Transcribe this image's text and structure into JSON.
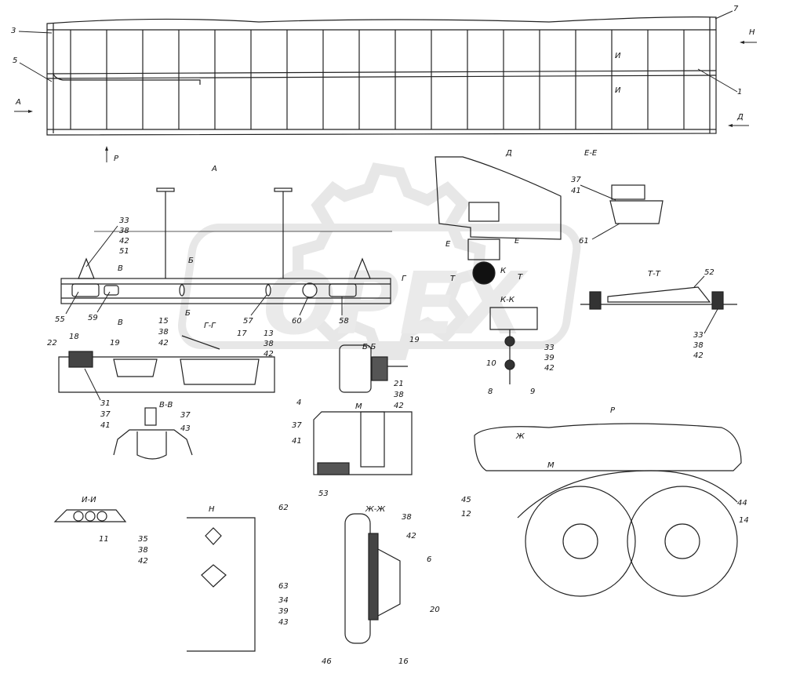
{
  "watermark": "OPEX",
  "views": {
    "A": "А",
    "D": "Д",
    "EE": "Е-Е",
    "TT": "Т-Т",
    "KK": "К-К",
    "BB": "Б-Б",
    "GG": "Г-Г",
    "VV": "В-В",
    "M": "М",
    "R": "Р",
    "II": "И-И",
    "N": "Н",
    "ZhZh": "Ж-Ж"
  },
  "arrows": {
    "H": "Н",
    "A": "А",
    "D": "Д",
    "P": "Р"
  },
  "section_marks": [
    "И",
    "И",
    "Б",
    "Б",
    "В",
    "В",
    "Г",
    "Е",
    "Е",
    "Т",
    "Т",
    "К",
    "Ж",
    "М"
  ],
  "callouts": {
    "top": [
      "3",
      "5",
      "7",
      "1"
    ],
    "view_a": [
      "33",
      "38",
      "42",
      "51",
      "55",
      "59",
      "57",
      "60",
      "58"
    ],
    "d_view": [
      "37",
      "41",
      "61"
    ],
    "tt": [
      "52",
      "33",
      "38",
      "42"
    ],
    "gg": [
      "22",
      "18",
      "19",
      "15",
      "38",
      "42",
      "17",
      "13",
      "38",
      "42",
      "31",
      "37",
      "41"
    ],
    "bb": [
      "19",
      "21",
      "38",
      "42"
    ],
    "kk": [
      "33",
      "39",
      "42",
      "10",
      "8",
      "9"
    ],
    "vv": [
      "37",
      "43"
    ],
    "m": [
      "4",
      "37",
      "41",
      "53"
    ],
    "r": [
      "45",
      "12",
      "44",
      "14"
    ],
    "ii": [
      "11",
      "35",
      "38",
      "42"
    ],
    "n": [
      "62",
      "63",
      "34",
      "39",
      "43"
    ],
    "zhzh": [
      "38",
      "42",
      "6",
      "20",
      "46",
      "16"
    ]
  }
}
